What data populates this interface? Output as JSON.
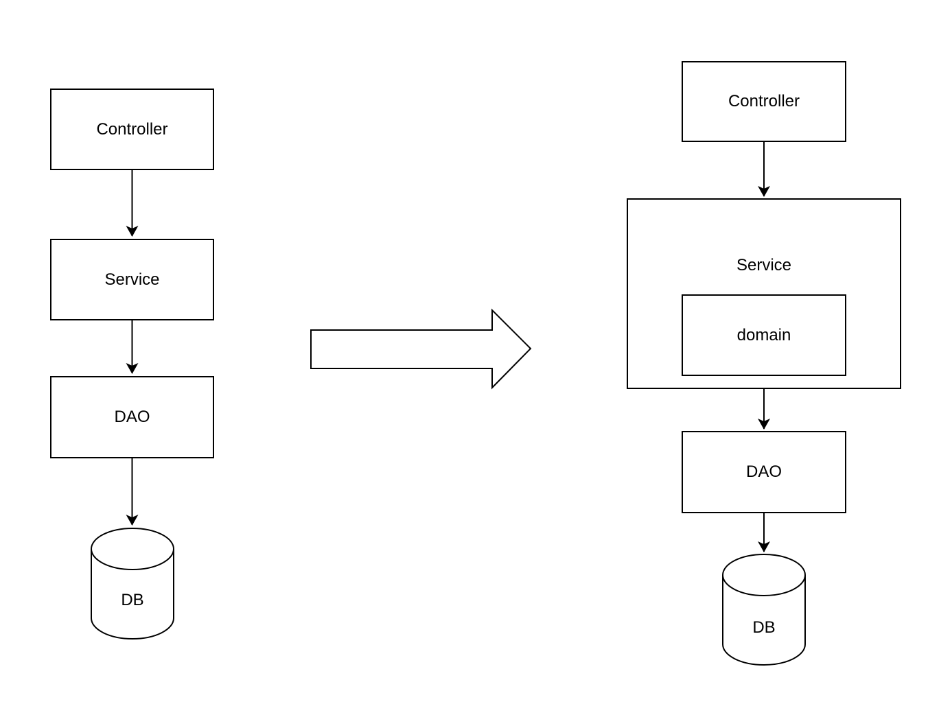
{
  "colors": {
    "stroke": "#000000",
    "fill": "#ffffff",
    "text": "#000000"
  },
  "icons": {
    "transform_arrow": "right-block-arrow",
    "connector_arrowhead": "solid-down-arrow",
    "database_shape": "cylinder"
  },
  "before": {
    "controller_label": "Controller",
    "service_label": "Service",
    "dao_label": "DAO",
    "db_label": "DB"
  },
  "after": {
    "controller_label": "Controller",
    "service_label": "Service",
    "domain_label": "domain",
    "dao_label": "DAO",
    "db_label": "DB"
  }
}
